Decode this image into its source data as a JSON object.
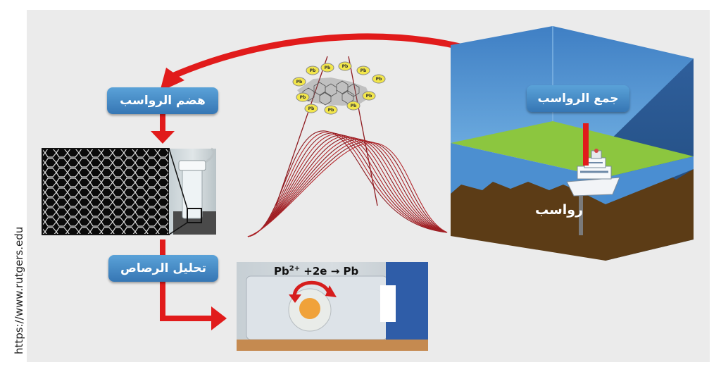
{
  "labels": {
    "digest": "هضم الرواسب",
    "collect": "جمع الرواسب",
    "analyze": "تحليل الرصاص",
    "sediments": "رواسب"
  },
  "reaction": {
    "prefix": "Pb",
    "superscript": "2+",
    "middle": " +2e ",
    "arrow": "→",
    "product": " Pb"
  },
  "molecule": {
    "atom_label": "Pb"
  },
  "source": {
    "url": "https://www.rutgers.edu"
  },
  "colors": {
    "arrow_red": "#e11b1b",
    "button_blue": "#3f86c6",
    "water_blue": "#4c8fd0",
    "grass_green": "#8cc63f",
    "soil_brown": "#5c3c16",
    "curve_red": "#a3191e",
    "pb_yellow": "#f2e64b"
  },
  "icons": [
    "boat-icon",
    "cycle-arrow-icon",
    "graphene-molecule-icon"
  ]
}
